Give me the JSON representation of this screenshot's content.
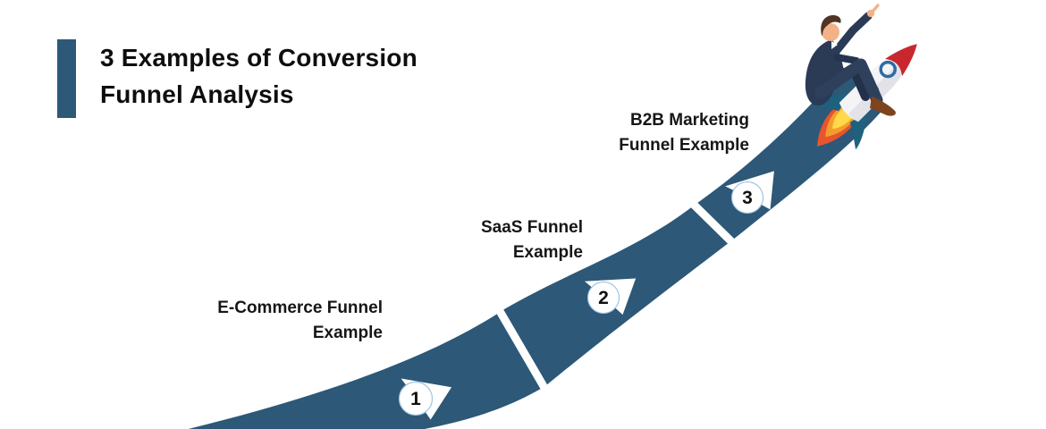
{
  "title": {
    "line1": "3 Examples of Conversion",
    "line2": "Funnel Analysis"
  },
  "steps": [
    {
      "number": "1",
      "label_line1": "E-Commerce Funnel",
      "label_line2": "Example"
    },
    {
      "number": "2",
      "label_line1": "SaaS Funnel",
      "label_line2": "Example"
    },
    {
      "number": "3",
      "label_line1": "B2B Marketing",
      "label_line2": "Funnel Example"
    }
  ],
  "illustration": {
    "description": "businessman riding a rocket up a rising three-segment ramp"
  },
  "colors": {
    "background": "#ffffff",
    "ramp": "#2d5878",
    "accent_bar": "#2d5878",
    "title_text": "#0e0e0e",
    "label_text": "#161616",
    "marker_fill": "#ffffff",
    "marker_circle_stroke": "#9fc4e0",
    "marker_number": "#101010",
    "rocket_body": "#f4f4f6",
    "rocket_body_shade": "#e2e2e8",
    "rocket_nose": "#c8272e",
    "rocket_fin": "#1e617e",
    "rocket_window": "#2f6ba3",
    "flame_outer": "#e8542c",
    "flame_mid": "#f59d2c",
    "flame_inner": "#ffd94a",
    "suit": "#2b3b55",
    "skin": "#f3b286",
    "hair": "#4f3526",
    "shoe": "#7d451f"
  }
}
